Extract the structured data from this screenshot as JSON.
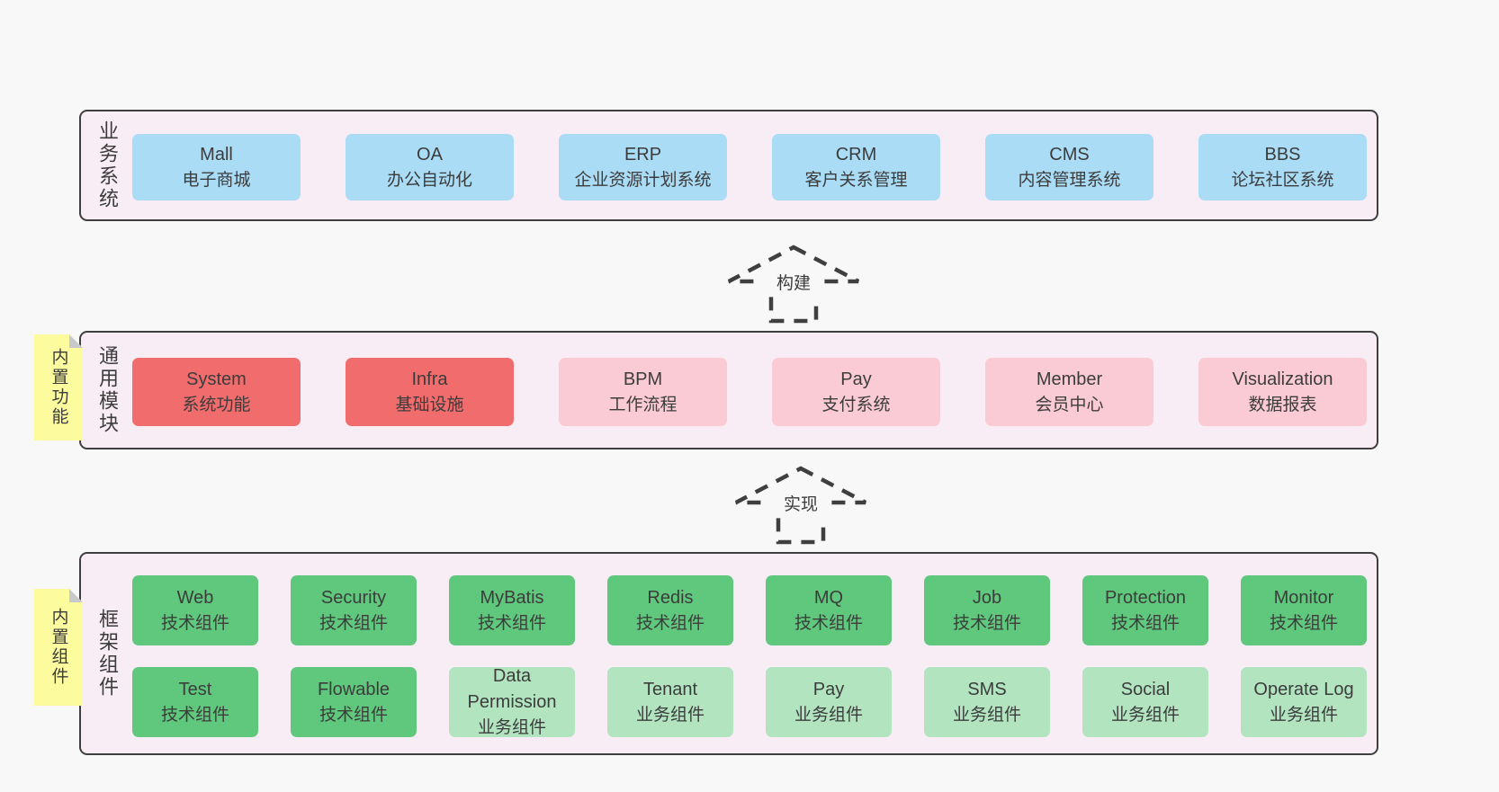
{
  "diagram": {
    "palette": {
      "page_bg": "#f8f8f8",
      "section_bg": "#f8edf5",
      "section_border": "#3f3f3f",
      "text": "#3c3c3c",
      "blue": "#aadcf6",
      "red": "#f16c6c",
      "pink": "#facbd5",
      "green": "#5fc87c",
      "green_light": "#b1e4bf",
      "note_bg": "#fcfc9f",
      "note_fold": "#c8c9cb"
    },
    "sections": [
      {
        "label": "业务系统",
        "rows": [
          [
            {
              "title": "Mall",
              "subtitle": "电子商城",
              "variant": "blue"
            },
            {
              "title": "OA",
              "subtitle": "办公自动化",
              "variant": "blue"
            },
            {
              "title": "ERP",
              "subtitle": "企业资源计划系统",
              "variant": "blue"
            },
            {
              "title": "CRM",
              "subtitle": "客户关系管理",
              "variant": "blue"
            },
            {
              "title": "CMS",
              "subtitle": "内容管理系统",
              "variant": "blue"
            },
            {
              "title": "BBS",
              "subtitle": "论坛社区系统",
              "variant": "blue"
            }
          ]
        ]
      },
      {
        "label": "通用模块",
        "note": "内置功能",
        "rows": [
          [
            {
              "title": "System",
              "subtitle": "系统功能",
              "variant": "red"
            },
            {
              "title": "Infra",
              "subtitle": "基础设施",
              "variant": "red"
            },
            {
              "title": "BPM",
              "subtitle": "工作流程",
              "variant": "pink"
            },
            {
              "title": "Pay",
              "subtitle": "支付系统",
              "variant": "pink"
            },
            {
              "title": "Member",
              "subtitle": "会员中心",
              "variant": "pink"
            },
            {
              "title": "Visualization",
              "subtitle": "数据报表",
              "variant": "pink"
            }
          ]
        ]
      },
      {
        "label": "框架组件",
        "note": "内置组件",
        "rows": [
          [
            {
              "title": "Web",
              "subtitle": "技术组件",
              "variant": "green"
            },
            {
              "title": "Security",
              "subtitle": "技术组件",
              "variant": "green"
            },
            {
              "title": "MyBatis",
              "subtitle": "技术组件",
              "variant": "green"
            },
            {
              "title": "Redis",
              "subtitle": "技术组件",
              "variant": "green"
            },
            {
              "title": "MQ",
              "subtitle": "技术组件",
              "variant": "green"
            },
            {
              "title": "Job",
              "subtitle": "技术组件",
              "variant": "green"
            },
            {
              "title": "Protection",
              "subtitle": "技术组件",
              "variant": "green"
            },
            {
              "title": "Monitor",
              "subtitle": "技术组件",
              "variant": "green"
            }
          ],
          [
            {
              "title": "Test",
              "subtitle": "技术组件",
              "variant": "green"
            },
            {
              "title": "Flowable",
              "subtitle": "技术组件",
              "variant": "green"
            },
            {
              "title": "Data Permission",
              "subtitle": "业务组件",
              "variant": "green_light"
            },
            {
              "title": "Tenant",
              "subtitle": "业务组件",
              "variant": "green_light"
            },
            {
              "title": "Pay",
              "subtitle": "业务组件",
              "variant": "green_light"
            },
            {
              "title": "SMS",
              "subtitle": "业务组件",
              "variant": "green_light"
            },
            {
              "title": "Social",
              "subtitle": "业务组件",
              "variant": "green_light"
            },
            {
              "title": "Operate Log",
              "subtitle": "业务组件",
              "variant": "green_light"
            }
          ]
        ]
      }
    ],
    "arrows": [
      {
        "label": "构建"
      },
      {
        "label": "实现"
      }
    ]
  }
}
